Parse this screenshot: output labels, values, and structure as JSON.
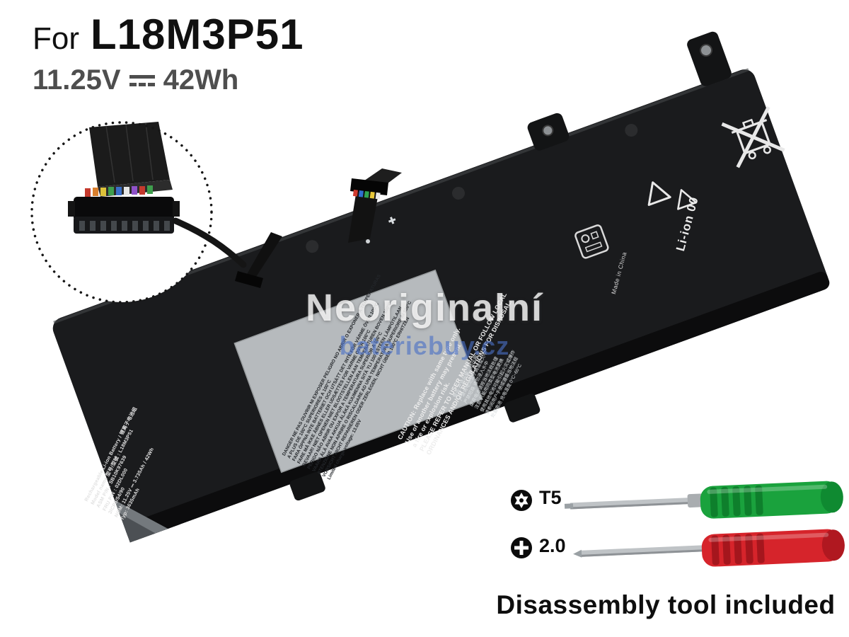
{
  "header": {
    "for_label": "For",
    "model": "L18M3P51",
    "voltage": "11.25V",
    "wattage": "42Wh"
  },
  "watermark": {
    "line1": "Neoriginalní",
    "line2": "bateriebuy.cz"
  },
  "battery": {
    "left_block": [
      "Rechargeable Li-ion Battery / 锂离子电池组",
      "Model name 型号/型號 : L18M3P51",
      "ASM P/N : SB10K97639",
      "FRU P/N : 02DL000",
      "3ICP5/54/90",
      "NOM: 11.25V ⎓ 3.735Ah / 42Wh",
      "Typ: 3635mAh"
    ],
    "danger_block": [
      "DANGER  NE PAS OUVRIR NI EXPOSER  PELIGRO  NO ABRIR O EXPONER A TEMPERATURAS",
      "A PLUS DE 100°C   SUPERIORES A 100°C",
      "FARA  ÖPPNA INTE BATTERIET OCH UTSÄTT DET INTE FÖR VÄRME ÖVER 100°C",
      "FARE  MÅ IKKE ÅBNES ELLER UDSÆTTES FOR VARME OVER 100°C",
      "GEVAAR!  NIET OPENEN NIET BLOOTSTELLEN AAN TEMPERATUREN BOVEN 100°C",
      "PERIGO  NÃO ABRIR OU EXPOR A TEMPERATURA SUPERIOR A 100°C",
      "VAARA  ÄLÄ AVAA AKKUA ÄLÄKÄ KUUMENNA SITÄ YLI 100 ASTEEN LÄMPÖTILAAN",
      "ATENZIONE  NON APRIRE O RISCALDARE AD UNA TEMPERATURA SUPERIORE AI 100°C",
      "VORSICHT  NICHT REPARIEREN ODER ZERLEGEN, NICHT ÜBER 100°C ERHITZEN",
      "Limited charge voltage: 13.05V"
    ],
    "caution_block": [
      "CAUTION: Replace with same type only.",
      "Use of another battery may present",
      "a fire or explosion risk.",
      "PLEASE REFER TO USER MANUAL OR FOLLOW LOCAL",
      "ORDINANCES AND/OR REGULATIONS FOR DISPOSAL."
    ],
    "cjk_block": [
      "警告:严禁拆解、挤压电池",
      "严禁将电池置于高温或火中",
      "严禁短路 请勿浸入水中",
      "废弃电池请按当地法规处理",
      "注意:只能用同类型电池更换",
      "使用其他电池可能引起火灾或爆炸",
      "请参阅用户手册或遵循当地法规",
      "处置电池 充电温度 0°C~60°C"
    ],
    "li_ion": "Li-ion 00",
    "made_in": "Made in China"
  },
  "tools": {
    "t5_label": "T5",
    "phillips_label": "2.0",
    "caption": "Disassembly tool included"
  },
  "colors": {
    "torx_handle": "#1aa23d",
    "phillips_handle": "#d6242b",
    "watermark_blue": "#4a6fc5",
    "battery_body": "#1a1b1d",
    "label_gray": "#b6babd"
  }
}
